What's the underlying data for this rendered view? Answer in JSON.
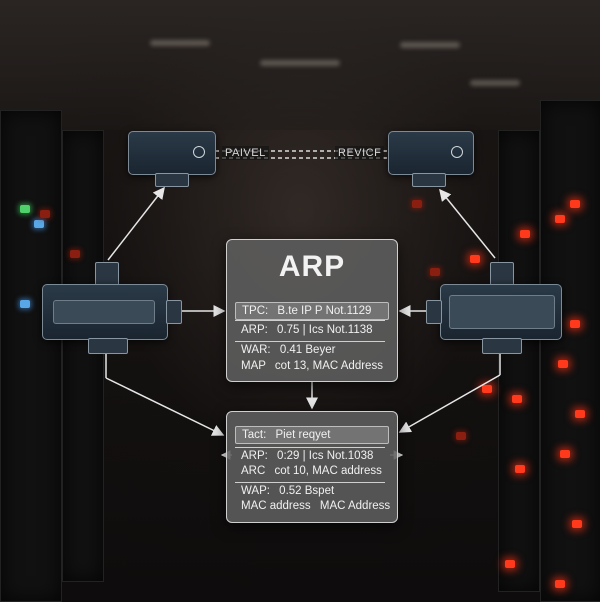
{
  "cable_labels": {
    "left": "PAIVEL",
    "right": "REVICF"
  },
  "arp_panel": {
    "title": "ARP",
    "rows": [
      {
        "key": "TPC:",
        "value": "B.te IP P Not.1129"
      },
      {
        "key": "ARP:",
        "value": "0.75 | Ics Not.1138"
      },
      {
        "key": "WAR:",
        "value": "0.41  Beyer"
      },
      {
        "key": "MAP",
        "value": "cot 13,  MAC Address"
      }
    ]
  },
  "request_panel": {
    "rows": [
      {
        "key": "Tact:",
        "value": "Piet reqyet"
      },
      {
        "key": "ARP:",
        "value": "0:29 | Ics Not.1038"
      },
      {
        "key": "ARC",
        "value": "cot 10,  MAC address"
      },
      {
        "key": "WAP:",
        "value": "0.52  Bspet"
      },
      {
        "key": "MAC address",
        "value": "MAC Address"
      }
    ]
  }
}
